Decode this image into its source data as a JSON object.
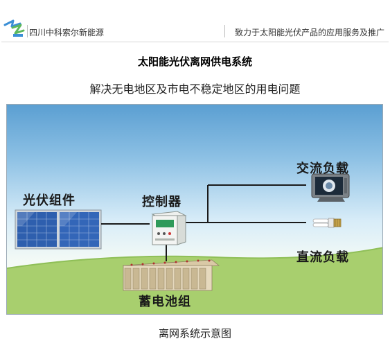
{
  "header": {
    "company": "四川中科索尔新能源",
    "slogan": "致力于太阳能光伏产品的应用服务及推广"
  },
  "title": "太阳能光伏离网供电系统",
  "subtitle": "解决无电地区及市电不稳定地区的用电问题",
  "diagram": {
    "solar_panel_label": "光伏组件",
    "controller_label": "控制器",
    "ac_load_label": "交流负载",
    "dc_load_label": "直流负载",
    "battery_label": "蓄电池组"
  },
  "caption": "离网系统示意图",
  "colors": {
    "sky_top": "#5b9fd2",
    "ground": "#a8cf6e",
    "line": "#1a1a1a"
  }
}
